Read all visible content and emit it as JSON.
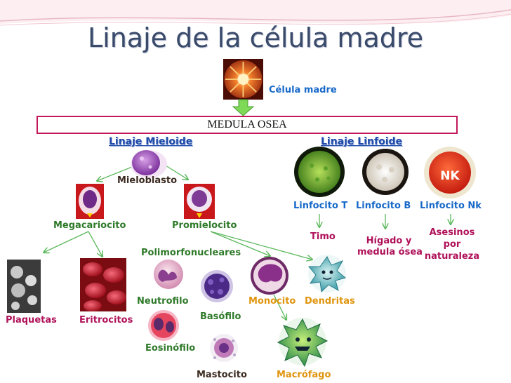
{
  "title": "Linaje de la célula madre",
  "stem_cell_label": "Célula madre",
  "box_label": "MEDULA OSEA",
  "lineages": {
    "myeloid": "Linaje Mieloide",
    "lymphoid": "Linaje Linfoide"
  },
  "myeloid": {
    "myeloblast": "Mieloblasto",
    "megakaryocyte": "Megacariocito",
    "promyelocyte": "Promielocito",
    "polymorph": "Polimorfonucleares",
    "platelets": "Plaquetas",
    "erythrocytes": "Eritrocitos",
    "neutrophil": "Neutrofilo",
    "basophil": "Basófilo",
    "eosinophil": "Eosinófilo",
    "mast_cell": "Mastocito",
    "monocyte": "Monocito",
    "dendritic": "Dendritas",
    "macrophage": "Macrófago"
  },
  "lymphoid": {
    "t_cell": "Linfocito T",
    "b_cell": "Linfocito B",
    "nk_cell": "Linfocito Nk",
    "nk_badge": "NK",
    "thymus": "Timo",
    "liver_line1": "Hígado y",
    "liver_line2": "medula ósea",
    "nk_desc_line1": "Asesinos",
    "nk_desc_line2": "por",
    "nk_desc_line3": "naturaleza"
  },
  "colors": {
    "title": "#3a4a6b",
    "box_border": "#c2185b",
    "arrow_green": "#5cb85c",
    "label_green": "#2f7a2a",
    "label_blue": "#1769c9",
    "label_magenta": "#b0125a",
    "label_orange": "#e0950f"
  }
}
